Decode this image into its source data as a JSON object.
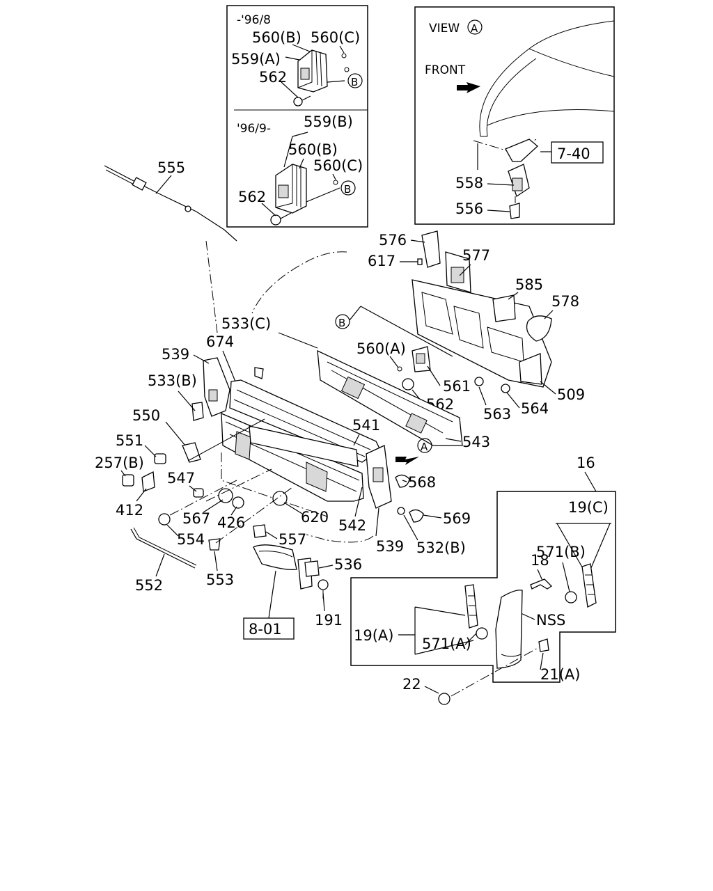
{
  "inset_period": {
    "early": "-'96/8",
    "late": "'96/9-",
    "label_560B": "560(B)",
    "label_560C": "560(C)",
    "label_559A": "559(A)",
    "label_562": "562",
    "label_559B": "559(B)",
    "marker_B": "B"
  },
  "inset_view": {
    "title": "VIEW",
    "marker_A": "A",
    "front": "FRONT",
    "ref": "7-40",
    "label_558": "558",
    "label_556": "556"
  },
  "main": {
    "p555": "555",
    "p576": "576",
    "p617": "617",
    "p577": "577",
    "p585": "585",
    "p578": "578",
    "marker_B": "B",
    "p533C": "533(C)",
    "p539": "539",
    "p674": "674",
    "p560A": "560(A)",
    "p561": "561",
    "p563": "563",
    "p564": "564",
    "p509": "509",
    "p533B": "533(B)",
    "p562": "562",
    "p550": "550",
    "p541": "541",
    "p543": "543",
    "marker_A": "A",
    "p551": "551",
    "p257B": "257(B)",
    "p547": "547",
    "p568": "568",
    "p412": "412",
    "p567": "567",
    "p426": "426",
    "p620": "620",
    "p542": "542",
    "p569": "569",
    "p554": "554",
    "p557": "557",
    "p539b": "539",
    "p532B": "532(B)",
    "p552": "552",
    "p553": "553",
    "p536": "536",
    "p191": "191",
    "ref801": "8-01"
  },
  "option_box": {
    "p16": "16",
    "p19C": "19(C)",
    "p18": "18",
    "p571B": "571(B)",
    "nss": "NSS",
    "p19A": "19(A)",
    "p571A": "571(A)",
    "p22": "22",
    "p21A": "21(A)"
  }
}
